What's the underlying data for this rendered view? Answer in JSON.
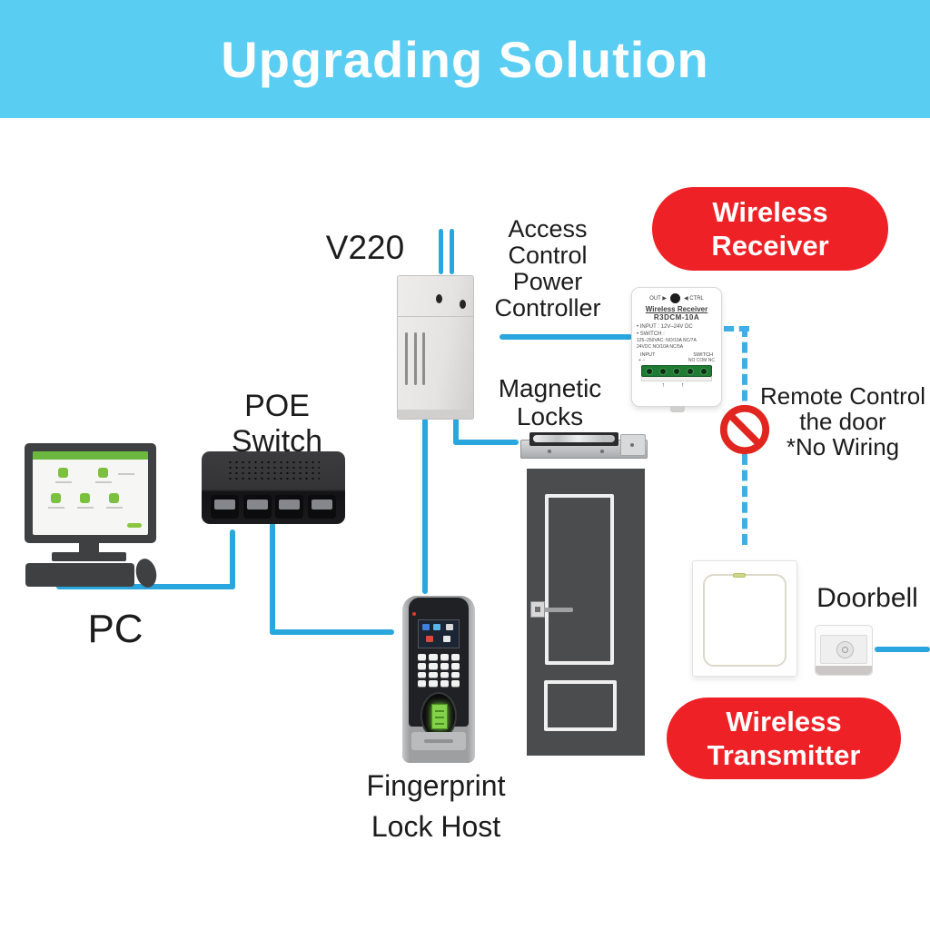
{
  "header": {
    "title": "Upgrading Solution"
  },
  "colors": {
    "header_bg": "#5acdf2",
    "line_blue": "#2aa6de",
    "badge_red": "#ee2126",
    "door_gray": "#4b4c4e"
  },
  "labels": {
    "pc": "PC",
    "poe_switch": "POE Switch",
    "v220": "V220",
    "access_controller": [
      "Access",
      "Control",
      "Power",
      "Controller"
    ],
    "magnetic_locks": [
      "Magnetic",
      "Locks"
    ],
    "fingerprint": [
      "Fingerprint",
      "Lock Host"
    ],
    "doorbell": "Doorbell",
    "remote": [
      "Remote Control",
      "the door",
      "*No Wiring"
    ]
  },
  "badges": {
    "receiver": [
      "Wireless",
      "Receiver"
    ],
    "transmitter": [
      "Wireless",
      "Transmitter"
    ]
  },
  "receiver_device": {
    "out": "OUT ▶",
    "ctrl": "◀ CTRL",
    "title": "Wireless Receiver",
    "model": "R3DCM-10A",
    "spec1": "• INPUT : 12V–24V DC",
    "spec2": "• SWITCH :",
    "spec3": "125–250VAC: NO/10A  NC/7A",
    "spec4": "24VDC  NO/10A  NC/5A",
    "io_input": "INPUT",
    "io_switch": "SWITCH",
    "term_left": "+   −",
    "term_right": "NO  COM  NC",
    "arrows": "↑ ↑"
  }
}
